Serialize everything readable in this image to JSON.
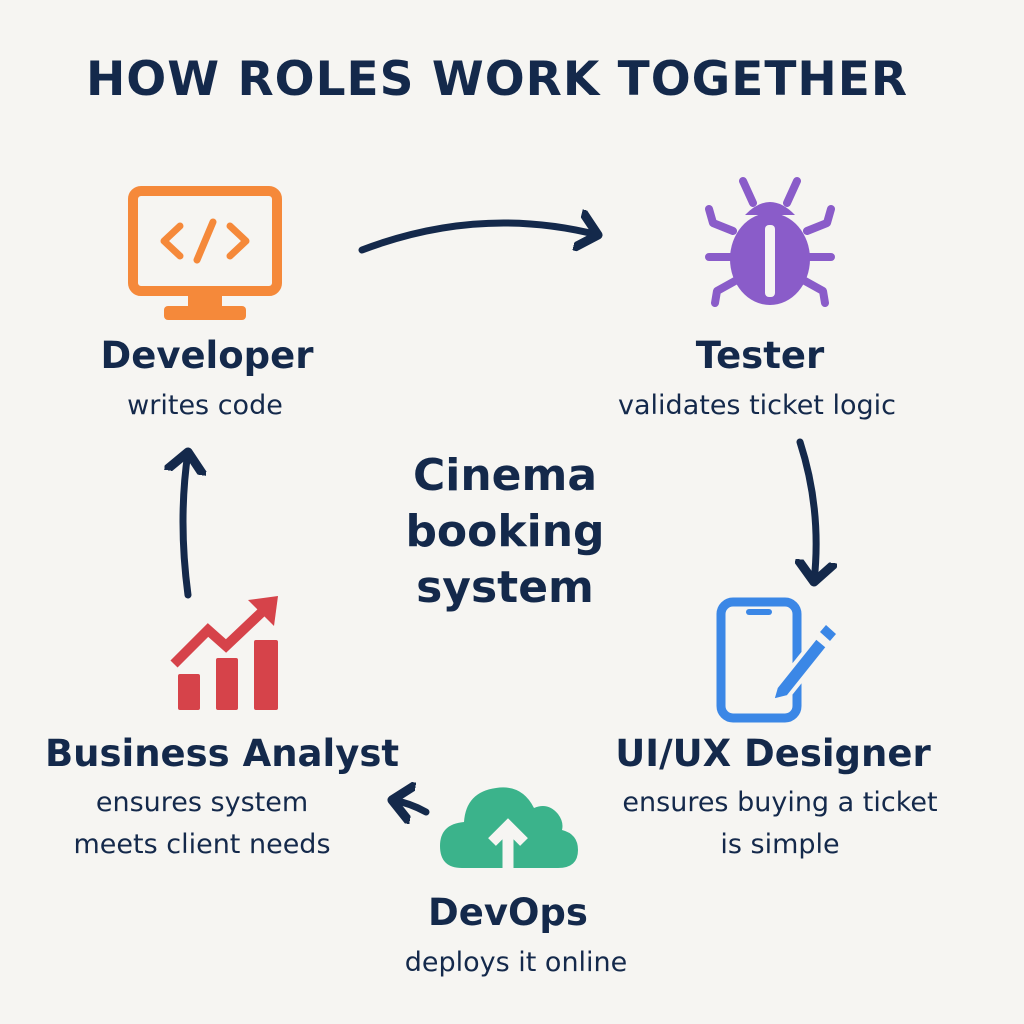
{
  "title": "HOW ROLES WORK TOGETHER",
  "hub": {
    "lines": [
      "Cinema",
      "booking",
      "system"
    ]
  },
  "roles": [
    {
      "name": "Developer",
      "desc": [
        "writes code"
      ],
      "icon": "monitor-code-icon",
      "color": "#f5893a"
    },
    {
      "name": "Tester",
      "desc": [
        "validates ticket logic"
      ],
      "icon": "bug-icon",
      "color": "#8a5cc9"
    },
    {
      "name": "UI/UX Designer",
      "desc": [
        "ensures buying a ticket",
        "is simple"
      ],
      "icon": "phone-pencil-icon",
      "color": "#3b87e6"
    },
    {
      "name": "DevOps",
      "desc": [
        "deploys it online"
      ],
      "icon": "cloud-upload-icon",
      "color": "#3bb38b"
    },
    {
      "name": "Business Analyst",
      "desc": [
        "ensures system",
        "meets client needs"
      ],
      "icon": "growth-chart-icon",
      "color": "#d6434a"
    }
  ],
  "colors": {
    "text": "#14294b",
    "background": "#f6f5f2",
    "arrow": "#14294b"
  }
}
